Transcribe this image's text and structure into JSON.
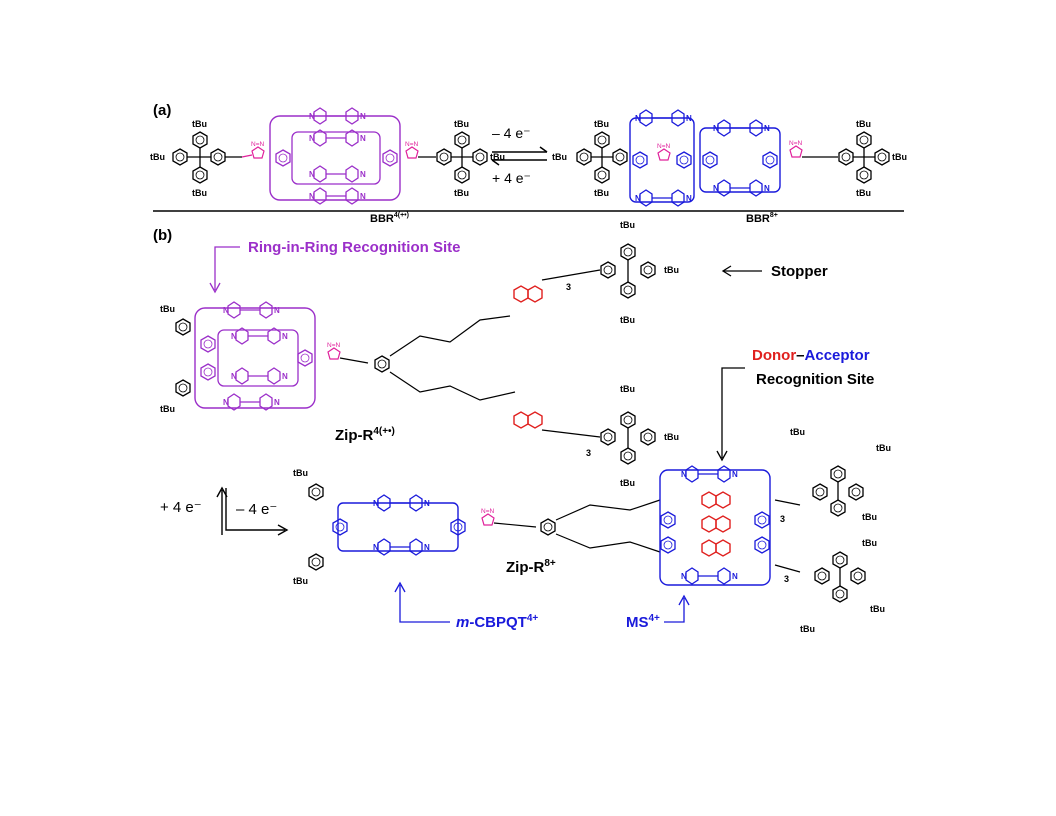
{
  "panel_a": {
    "label": "(a)",
    "left_compound": "BBR",
    "left_charge": "4(+•)",
    "right_compound": "BBR",
    "right_charge": "8+",
    "arrow_top": "– 4 e⁻",
    "arrow_bottom": "+ 4 e⁻",
    "substituent": "tBu"
  },
  "panel_b": {
    "label": "(b)",
    "ring_site_label": "Ring-in-Ring Recognition Site",
    "stopper_label": "Stopper",
    "donor_word": "Donor",
    "dash": "–",
    "acceptor_word": "Acceptor",
    "recognition_site": "Recognition Site",
    "zip_top_name": "Zip-R",
    "zip_top_charge": "4(+•)",
    "zip_bottom_name": "Zip-R",
    "zip_bottom_charge": "8+",
    "arrow_left": "+ 4 e⁻",
    "arrow_right": "– 4 e⁻",
    "mcbpqt_prefix": "m",
    "mcbpqt_name": "-CBPQT",
    "mcbpqt_charge": "4+",
    "ms_name": "MS",
    "ms_charge": "4+",
    "repeat_n": "3"
  },
  "colors": {
    "purple": "#9b2fc9",
    "blue": "#1a1adb",
    "red": "#e0201e",
    "magenta": "#e0209b",
    "black": "#000000"
  }
}
